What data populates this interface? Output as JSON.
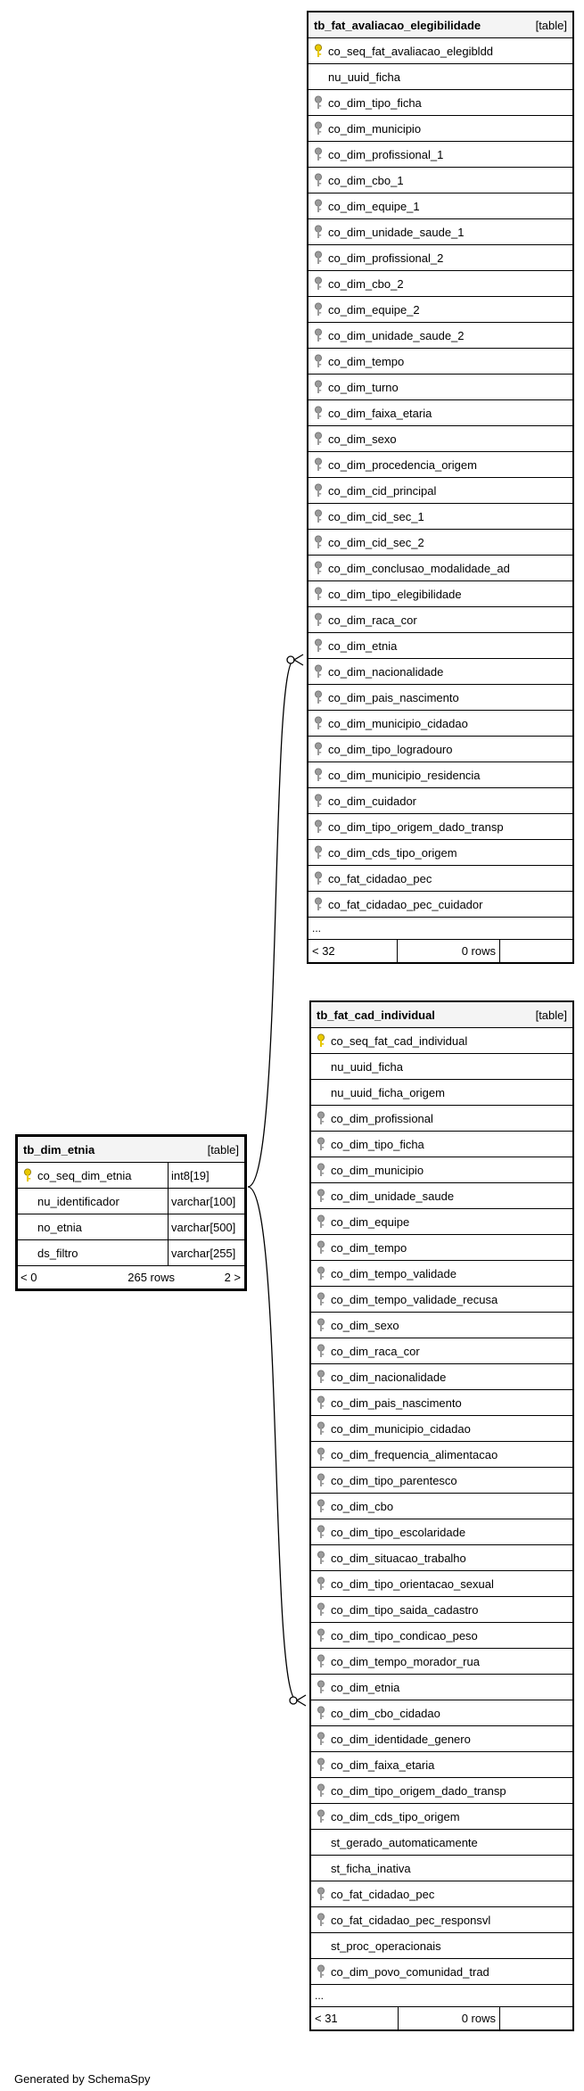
{
  "tables": {
    "avaliacao": {
      "name": "tb_fat_avaliacao_elegibilidade",
      "tag": "[table]",
      "columns": [
        {
          "name": "co_seq_fat_avaliacao_elegibldd",
          "key": "pk"
        },
        {
          "name": "nu_uuid_ficha",
          "key": "none"
        },
        {
          "name": "co_dim_tipo_ficha",
          "key": "fk"
        },
        {
          "name": "co_dim_municipio",
          "key": "fk"
        },
        {
          "name": "co_dim_profissional_1",
          "key": "fk"
        },
        {
          "name": "co_dim_cbo_1",
          "key": "fk"
        },
        {
          "name": "co_dim_equipe_1",
          "key": "fk"
        },
        {
          "name": "co_dim_unidade_saude_1",
          "key": "fk"
        },
        {
          "name": "co_dim_profissional_2",
          "key": "fk"
        },
        {
          "name": "co_dim_cbo_2",
          "key": "fk"
        },
        {
          "name": "co_dim_equipe_2",
          "key": "fk"
        },
        {
          "name": "co_dim_unidade_saude_2",
          "key": "fk"
        },
        {
          "name": "co_dim_tempo",
          "key": "fk"
        },
        {
          "name": "co_dim_turno",
          "key": "fk"
        },
        {
          "name": "co_dim_faixa_etaria",
          "key": "fk"
        },
        {
          "name": "co_dim_sexo",
          "key": "fk"
        },
        {
          "name": "co_dim_procedencia_origem",
          "key": "fk"
        },
        {
          "name": "co_dim_cid_principal",
          "key": "fk"
        },
        {
          "name": "co_dim_cid_sec_1",
          "key": "fk"
        },
        {
          "name": "co_dim_cid_sec_2",
          "key": "fk"
        },
        {
          "name": "co_dim_conclusao_modalidade_ad",
          "key": "fk"
        },
        {
          "name": "co_dim_tipo_elegibilidade",
          "key": "fk"
        },
        {
          "name": "co_dim_raca_cor",
          "key": "fk"
        },
        {
          "name": "co_dim_etnia",
          "key": "fk"
        },
        {
          "name": "co_dim_nacionalidade",
          "key": "fk"
        },
        {
          "name": "co_dim_pais_nascimento",
          "key": "fk"
        },
        {
          "name": "co_dim_municipio_cidadao",
          "key": "fk"
        },
        {
          "name": "co_dim_tipo_logradouro",
          "key": "fk"
        },
        {
          "name": "co_dim_municipio_residencia",
          "key": "fk"
        },
        {
          "name": "co_dim_cuidador",
          "key": "fk"
        },
        {
          "name": "co_dim_tipo_origem_dado_transp",
          "key": "fk"
        },
        {
          "name": "co_dim_cds_tipo_origem",
          "key": "fk"
        },
        {
          "name": "co_fat_cidadao_pec",
          "key": "fk"
        },
        {
          "name": "co_fat_cidadao_pec_cuidador",
          "key": "fk"
        }
      ],
      "ellipsis": "...",
      "footer_left": "< 32",
      "footer_mid": "0 rows"
    },
    "cad_individual": {
      "name": "tb_fat_cad_individual",
      "tag": "[table]",
      "columns": [
        {
          "name": "co_seq_fat_cad_individual",
          "key": "pk"
        },
        {
          "name": "nu_uuid_ficha",
          "key": "none"
        },
        {
          "name": "nu_uuid_ficha_origem",
          "key": "none"
        },
        {
          "name": "co_dim_profissional",
          "key": "fk"
        },
        {
          "name": "co_dim_tipo_ficha",
          "key": "fk"
        },
        {
          "name": "co_dim_municipio",
          "key": "fk"
        },
        {
          "name": "co_dim_unidade_saude",
          "key": "fk"
        },
        {
          "name": "co_dim_equipe",
          "key": "fk"
        },
        {
          "name": "co_dim_tempo",
          "key": "fk"
        },
        {
          "name": "co_dim_tempo_validade",
          "key": "fk"
        },
        {
          "name": "co_dim_tempo_validade_recusa",
          "key": "fk"
        },
        {
          "name": "co_dim_sexo",
          "key": "fk"
        },
        {
          "name": "co_dim_raca_cor",
          "key": "fk"
        },
        {
          "name": "co_dim_nacionalidade",
          "key": "fk"
        },
        {
          "name": "co_dim_pais_nascimento",
          "key": "fk"
        },
        {
          "name": "co_dim_municipio_cidadao",
          "key": "fk"
        },
        {
          "name": "co_dim_frequencia_alimentacao",
          "key": "fk"
        },
        {
          "name": "co_dim_tipo_parentesco",
          "key": "fk"
        },
        {
          "name": "co_dim_cbo",
          "key": "fk"
        },
        {
          "name": "co_dim_tipo_escolaridade",
          "key": "fk"
        },
        {
          "name": "co_dim_situacao_trabalho",
          "key": "fk"
        },
        {
          "name": "co_dim_tipo_orientacao_sexual",
          "key": "fk"
        },
        {
          "name": "co_dim_tipo_saida_cadastro",
          "key": "fk"
        },
        {
          "name": "co_dim_tipo_condicao_peso",
          "key": "fk"
        },
        {
          "name": "co_dim_tempo_morador_rua",
          "key": "fk"
        },
        {
          "name": "co_dim_etnia",
          "key": "fk"
        },
        {
          "name": "co_dim_cbo_cidadao",
          "key": "fk"
        },
        {
          "name": "co_dim_identidade_genero",
          "key": "fk"
        },
        {
          "name": "co_dim_faixa_etaria",
          "key": "fk"
        },
        {
          "name": "co_dim_tipo_origem_dado_transp",
          "key": "fk"
        },
        {
          "name": "co_dim_cds_tipo_origem",
          "key": "fk"
        },
        {
          "name": "st_gerado_automaticamente",
          "key": "none"
        },
        {
          "name": "st_ficha_inativa",
          "key": "none"
        },
        {
          "name": "co_fat_cidadao_pec",
          "key": "fk"
        },
        {
          "name": "co_fat_cidadao_pec_responsvl",
          "key": "fk"
        },
        {
          "name": "st_proc_operacionais",
          "key": "none"
        },
        {
          "name": "co_dim_povo_comunidad_trad",
          "key": "fk"
        }
      ],
      "ellipsis": "...",
      "footer_left": "< 31",
      "footer_mid": "0 rows"
    },
    "etnia": {
      "name": "tb_dim_etnia",
      "tag": "[table]",
      "columns": [
        {
          "name": "co_seq_dim_etnia",
          "type": "int8[19]",
          "key": "pk"
        },
        {
          "name": "nu_identificador",
          "type": "varchar[100]",
          "key": "none"
        },
        {
          "name": "no_etnia",
          "type": "varchar[500]",
          "key": "none"
        },
        {
          "name": "ds_filtro",
          "type": "varchar[255]",
          "key": "none"
        }
      ],
      "footer_left": "< 0",
      "footer_mid": "265 rows",
      "footer_right": "2 >"
    }
  },
  "colors": {
    "pk_key": "#e8c800",
    "fk_key": "#9a9a9a",
    "border": "#000000",
    "header_bg": "#f4f4f4"
  },
  "icons": {
    "pk": "primary-key-icon",
    "fk": "foreign-key-icon"
  },
  "footer": {
    "generated": "Generated by SchemaSpy"
  }
}
